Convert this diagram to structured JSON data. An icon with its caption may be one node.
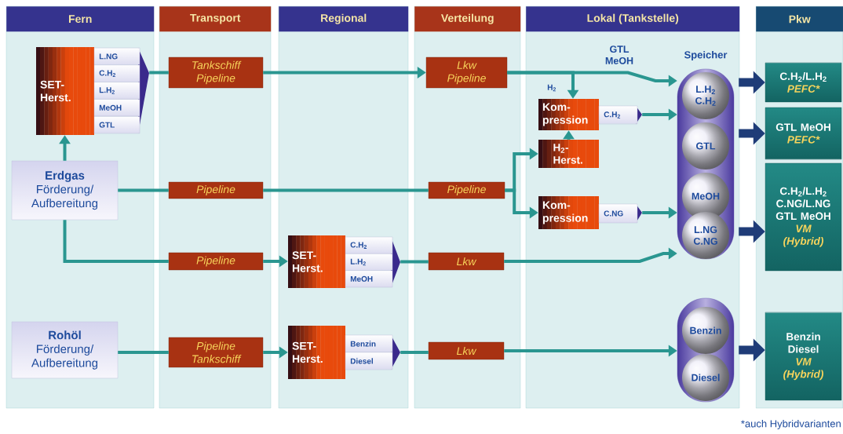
{
  "diagram": {
    "nodes": [
      {
        "text": [
          "Fern"
        ]
      },
      {
        "text": [
          "Transport"
        ]
      },
      {
        "text": [
          "Regional"
        ]
      },
      {
        "text": [
          "Verteilung"
        ]
      },
      {
        "text": [
          "Lokal (Tankstelle)"
        ]
      },
      {
        "text": [
          "Pkw"
        ]
      },
      {
        "text": [
          "SET- Herst.",
          "L.NG",
          "C.H$_{2}$",
          "L.H$_{2}$",
          "MeOH",
          "GTL"
        ],
        "in": 0
      },
      {
        "text": [
          "Erdgas",
          "Förderung/ Aufbereitung"
        ],
        "in": 0
      },
      {
        "text": [
          "Rohöl",
          "Förderung/ Aufbereitung"
        ],
        "in": 0
      },
      {
        "text": [
          "Tankschiff Pipeline"
        ],
        "in": 1
      },
      {
        "text": [
          "Pipeline"
        ],
        "in": 1
      },
      {
        "text": [
          "Pipeline"
        ],
        "in": 1
      },
      {
        "text": [
          "Pipeline Tankschiff"
        ],
        "in": 1
      },
      {
        "text": [
          "SET- Herst.",
          "C.H$_{2}$",
          "L.H$_{2}$",
          "MeOH"
        ],
        "in": 2
      },
      {
        "text": [
          "SET- Herst.",
          "Benzin",
          "Diesel"
        ],
        "in": 2
      },
      {
        "text": [
          "Lkw Pipeline"
        ],
        "in": 3
      },
      {
        "text": [
          "Pipeline"
        ],
        "in": 3
      },
      {
        "text": [
          "Lkw"
        ],
        "in": 3
      },
      {
        "text": [
          "Lkw"
        ],
        "in": 3
      },
      {
        "text": [
          "Kom- pression",
          "C.H$_{2}$"
        ],
        "in": 4
      },
      {
        "text": [
          "H$_{2}$- Herst."
        ],
        "in": 4
      },
      {
        "text": [
          "Kom- pression",
          "C.NG"
        ],
        "in": 4
      },
      {
        "text": [
          "Speicher"
        ],
        "in": 4
      },
      {
        "text": [
          "L.H$_{2}$ C.H$_{2}$"
        ],
        "in": 22
      },
      {
        "text": [
          "GTL"
        ],
        "in": 22
      },
      {
        "text": [
          "MeOH"
        ],
        "in": 22
      },
      {
        "text": [
          "L.NG C.NG"
        ],
        "in": 22
      },
      {
        "text": [],
        "shape": "cylinder",
        "in": 4
      },
      {
        "text": [
          "Benzin"
        ],
        "in": 27
      },
      {
        "text": [
          "Diesel"
        ],
        "in": 27
      },
      {
        "text": [
          "C.H$_{2}$/L.H$_{2}$",
          "PEFC*"
        ],
        "in": 5
      },
      {
        "text": [
          "GTL MeOH",
          "PEFC*"
        ],
        "in": 5
      },
      {
        "text": [
          "C.H$_{2}$/L.H$_{2}$ C.NG/L.NG GTL MeOH",
          "VM (Hybrid)"
        ],
        "in": 5
      },
      {
        "text": [
          "Benzin Diesel",
          "VM (Hybrid)"
        ],
        "in": 5
      }
    ],
    "edges": [
      {
        "from": 7,
        "to": 6,
        "arrow": "to"
      },
      {
        "from": 6,
        "to": 9,
        "arrow": "none"
      },
      {
        "from": 9,
        "to": 15,
        "arrow": "to"
      },
      {
        "from": 15,
        "to": 22,
        "arrow": "to",
        "label": "GTL MeOH"
      },
      {
        "from": 15,
        "to": 19,
        "arrow": "to",
        "label": "H$_{2}$"
      },
      {
        "from": 20,
        "to": 19,
        "arrow": "to"
      },
      {
        "from": 19,
        "to": 22,
        "arrow": "to"
      },
      {
        "from": 7,
        "to": 10,
        "arrow": "none"
      },
      {
        "from": 10,
        "to": 16,
        "arrow": "none"
      },
      {
        "from": 16,
        "to": 20,
        "arrow": "to"
      },
      {
        "from": 16,
        "to": 21,
        "arrow": "to"
      },
      {
        "from": 21,
        "to": 22,
        "arrow": "to"
      },
      {
        "from": 7,
        "to": 11,
        "arrow": "none"
      },
      {
        "from": 11,
        "to": 13,
        "arrow": "to"
      },
      {
        "from": 13,
        "to": 17,
        "arrow": "none"
      },
      {
        "from": 17,
        "to": 22,
        "arrow": "to"
      },
      {
        "from": 8,
        "to": 12,
        "arrow": "none"
      },
      {
        "from": 12,
        "to": 14,
        "arrow": "to"
      },
      {
        "from": 14,
        "to": 18,
        "arrow": "none"
      },
      {
        "from": 18,
        "to": 27,
        "arrow": "to"
      },
      {
        "from": 22,
        "to": 30,
        "arrow": "to",
        "style": "thick",
        "color": "#1f3c78"
      },
      {
        "from": 22,
        "to": 31,
        "arrow": "to",
        "style": "thick",
        "color": "#1f3c78"
      },
      {
        "from": 22,
        "to": 32,
        "arrow": "to",
        "style": "thick",
        "color": "#1f3c78"
      },
      {
        "from": 27,
        "to": 33,
        "arrow": "to",
        "style": "thick",
        "color": "#1f3c78"
      }
    ],
    "labels": [
      "*auch Hybridvarianten"
    ]
  }
}
